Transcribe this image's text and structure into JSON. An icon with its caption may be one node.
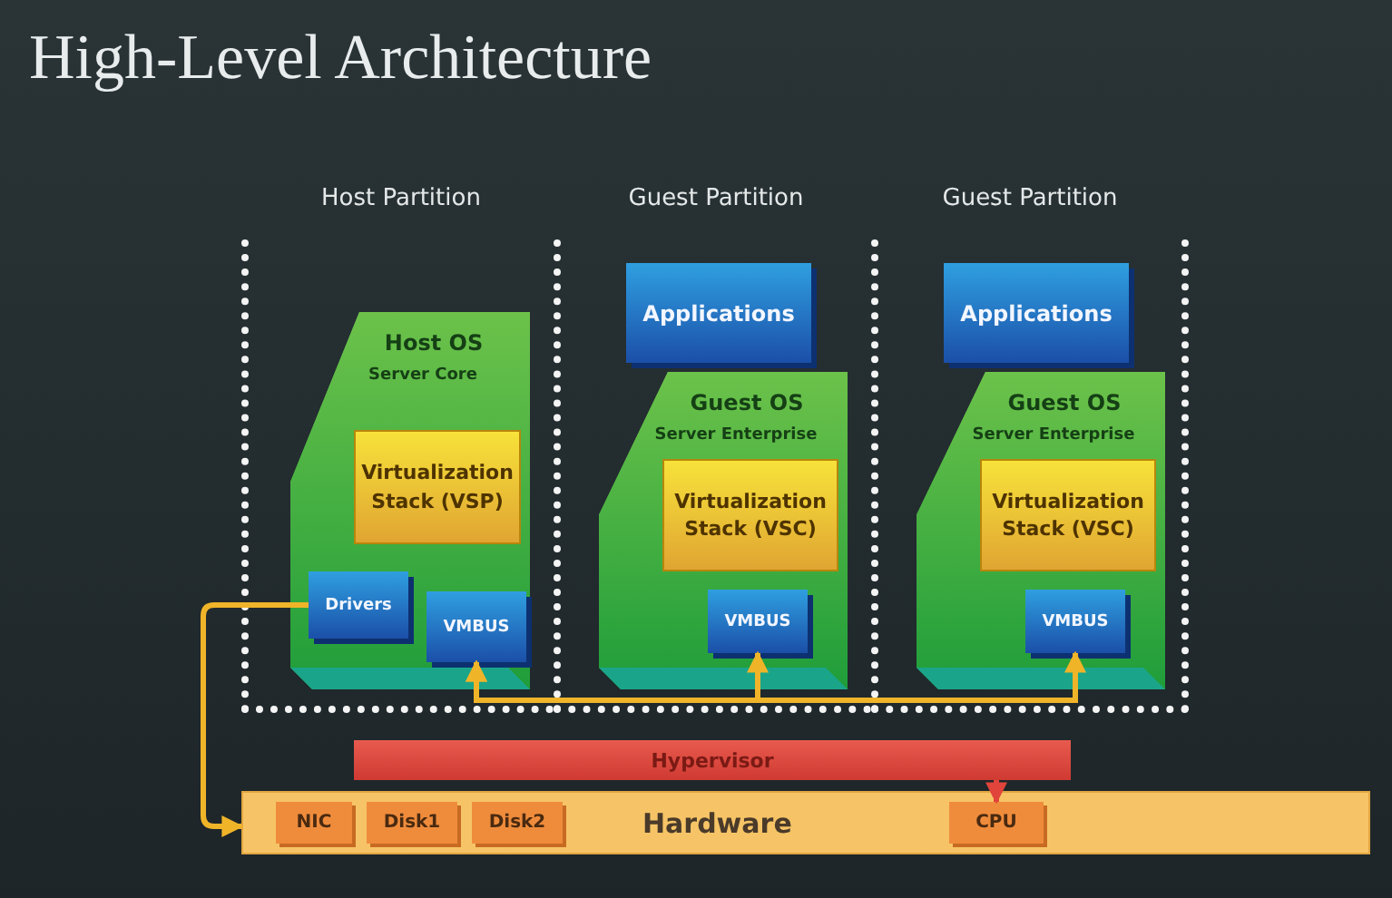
{
  "diagram": {
    "title": "High-Level Architecture",
    "nodes": [
      {
        "text": [
          "Host Partition"
        ]
      },
      {
        "text": [
          "Host OS",
          "Server Core"
        ],
        "in": 0
      },
      {
        "text": [
          "Virtualization Stack (VSP)"
        ],
        "in": 1
      },
      {
        "text": [
          "Drivers"
        ],
        "in": 1
      },
      {
        "text": [
          "VMBUS"
        ],
        "in": 1
      },
      {
        "text": [
          "Guest Partition"
        ]
      },
      {
        "text": [
          "Applications"
        ],
        "in": 5
      },
      {
        "text": [
          "Guest OS",
          "Server Enterprise"
        ],
        "in": 5
      },
      {
        "text": [
          "Virtualization Stack (VSC)"
        ],
        "in": 7
      },
      {
        "text": [
          "VMBUS"
        ],
        "in": 7
      },
      {
        "text": [
          "Guest Partition"
        ]
      },
      {
        "text": [
          "Applications"
        ],
        "in": 10
      },
      {
        "text": [
          "Guest OS",
          "Server Enterprise"
        ],
        "in": 10
      },
      {
        "text": [
          "Virtualization Stack (VSC)"
        ],
        "in": 12
      },
      {
        "text": [
          "VMBUS"
        ],
        "in": 12
      },
      {
        "text": [
          "Hypervisor"
        ]
      },
      {
        "text": [
          "Hardware"
        ]
      },
      {
        "text": [
          "NIC"
        ],
        "in": 16
      },
      {
        "text": [
          "Disk1"
        ],
        "in": 16
      },
      {
        "text": [
          "Disk2"
        ],
        "in": 16
      },
      {
        "text": [
          "CPU"
        ],
        "in": 16
      }
    ],
    "edges": [
      {
        "from": 3,
        "to": 16,
        "arrow": "to"
      },
      {
        "from": 4,
        "to": 9,
        "arrow": "both"
      },
      {
        "from": 4,
        "to": 14,
        "arrow": "both"
      },
      {
        "from": 15,
        "to": 20,
        "arrow": "to",
        "color": "#e0443a"
      }
    ]
  }
}
